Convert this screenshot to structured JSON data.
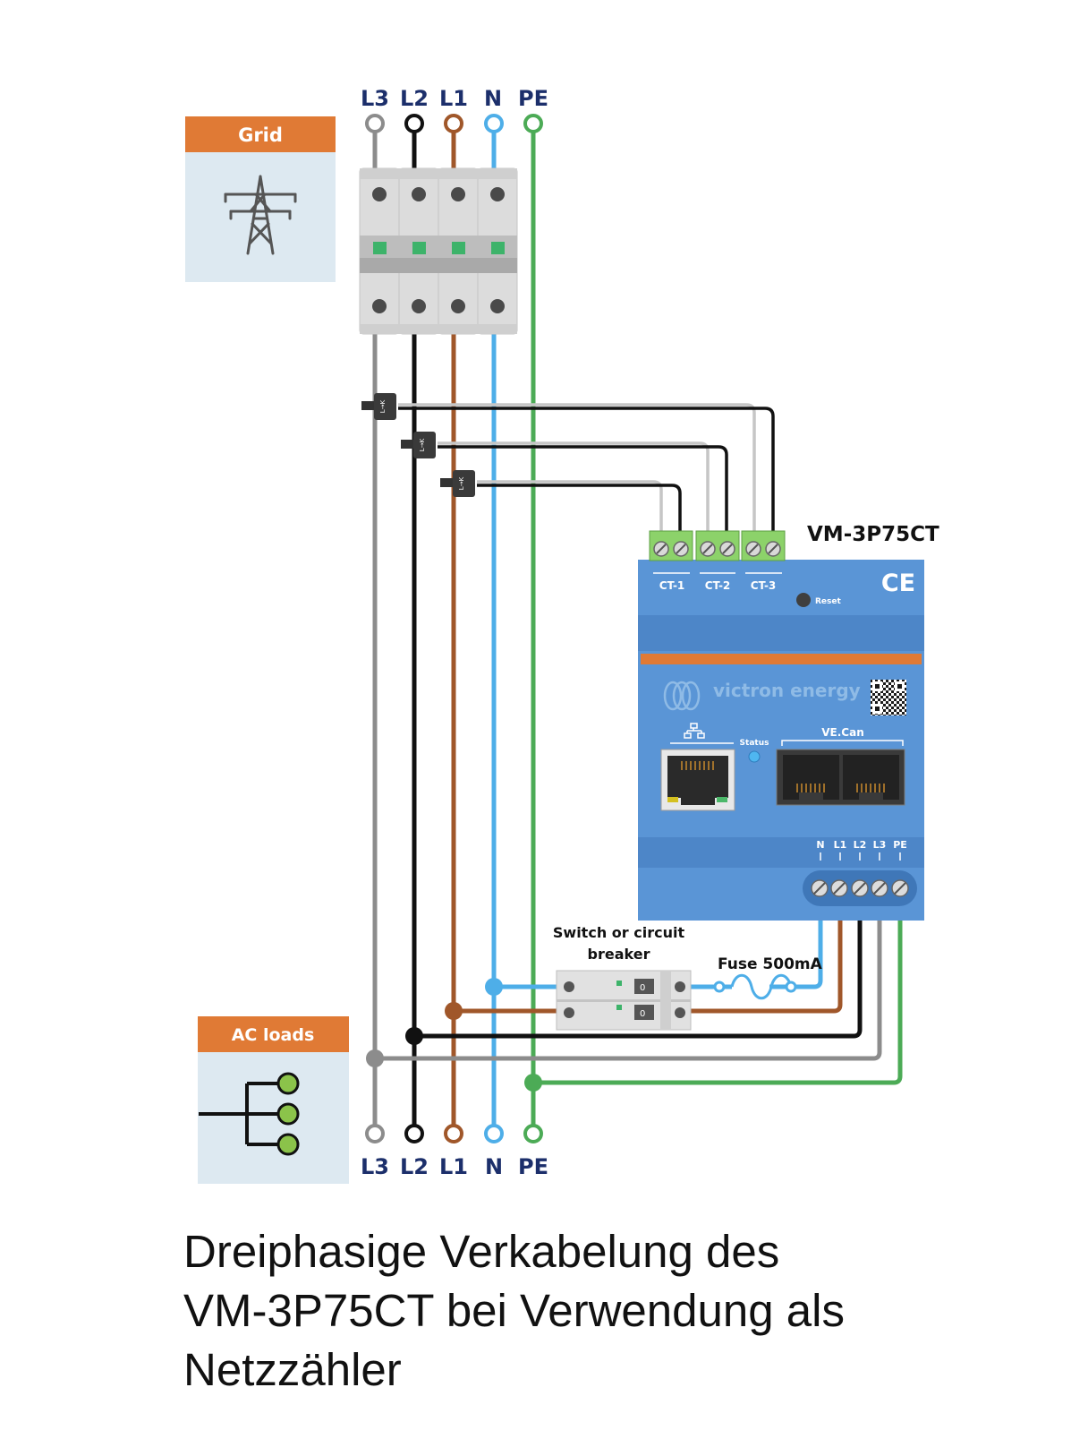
{
  "phase_labels_top": [
    "L3",
    "L2",
    "L1",
    "N",
    "PE"
  ],
  "phase_labels_bottom": [
    "L3",
    "L2",
    "L1",
    "N",
    "PE"
  ],
  "wire_colors": {
    "L3": "#8c8c8c",
    "L2": "#111111",
    "L1": "#a0572a",
    "N": "#4eaee8",
    "PE": "#4cab56"
  },
  "grid_box": {
    "title": "Grid",
    "icon": "power-pylon-icon",
    "header_color": "#e07a35",
    "body_color": "#dde9f1"
  },
  "ac_loads_box": {
    "title": "AC loads",
    "icon": "load-distribution-icon",
    "header_color": "#e07a35",
    "body_color": "#dde9f1"
  },
  "current_transformer": {
    "marking": "L→K"
  },
  "meter": {
    "model": "VM-3P75CT",
    "ce_mark": "CE",
    "ct_terminals": [
      "CT-1",
      "CT-2",
      "CT-3"
    ],
    "reset_label": "Reset",
    "brand": "victron energy",
    "status_label": "Status",
    "vecan_label": "VE.Can",
    "ethernet_icon": "network-icon",
    "qr_icon": "qr-code-icon",
    "power_terminals": [
      "N",
      "L1",
      "L2",
      "L3",
      "PE"
    ],
    "body_color": "#5a95d6",
    "accent_color": "#e07a35",
    "terminal_color": "#8cd26a"
  },
  "switch_label": "Switch or circuit breaker",
  "switch_on_label": "0",
  "fuse_label": "Fuse 500mA",
  "caption": [
    "Dreiphasige Verkabelung des",
    "VM-3P75CT bei Verwendung als",
    "Netzzähler"
  ]
}
